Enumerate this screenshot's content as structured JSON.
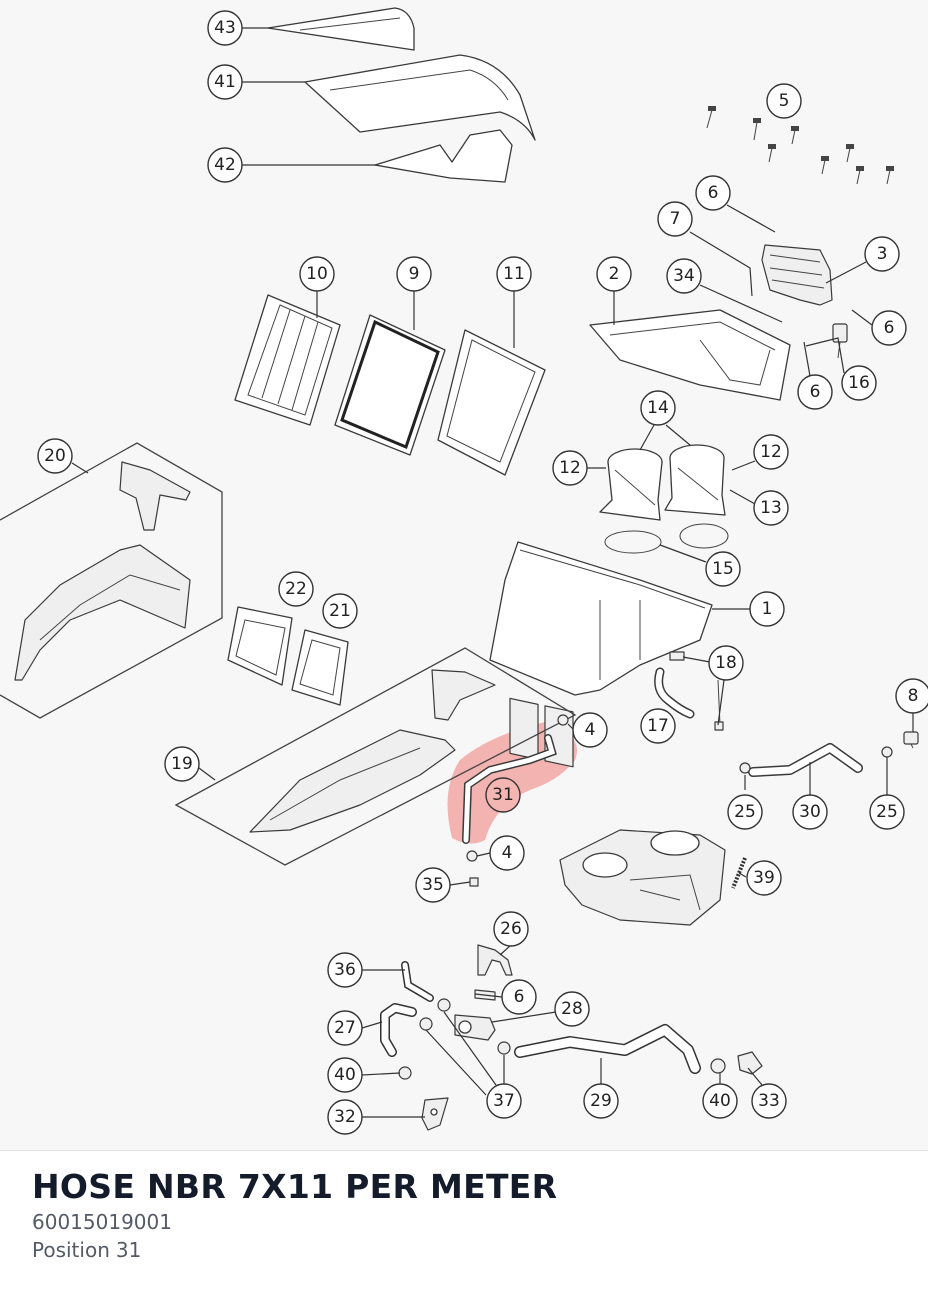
{
  "part": {
    "title": "HOSE NBR 7X11 PER METER",
    "number": "60015019001",
    "position_label": "Position",
    "position_value": "31"
  },
  "colors": {
    "highlight": "#f2a7a3",
    "title": "#141c2b",
    "subtext": "#555b66"
  },
  "callouts": {
    "c43": "43",
    "c41": "41",
    "c42": "42",
    "c5": "5",
    "c6a": "6",
    "c7": "7",
    "c3": "3",
    "c10": "10",
    "c9": "9",
    "c11": "11",
    "c2": "2",
    "c34": "34",
    "c6b": "6",
    "c16": "16",
    "c6c": "6",
    "c14": "14",
    "c12a": "12",
    "c12b": "12",
    "c13": "13",
    "c15": "15",
    "c20": "20",
    "c22": "22",
    "c21": "21",
    "c1": "1",
    "c18": "18",
    "c8": "8",
    "c4a": "4",
    "c17": "17",
    "c19": "19",
    "c31": "31",
    "c25a": "25",
    "c30": "30",
    "c25b": "25",
    "c4b": "4",
    "c35": "35",
    "c39": "39",
    "c26": "26",
    "c36": "36",
    "c6d": "6",
    "c28": "28",
    "c27": "27",
    "c40a": "40",
    "c37": "37",
    "c29": "29",
    "c40b": "40",
    "c33": "33",
    "c32": "32"
  }
}
